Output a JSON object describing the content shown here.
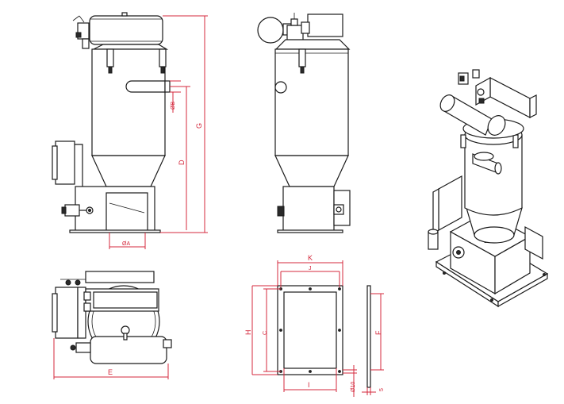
{
  "colors": {
    "line": "#1a1a1a",
    "dimension": "#d4283c",
    "background": "#ffffff"
  },
  "dimensions": {
    "G": "G",
    "D": "D",
    "phiB": "ØB",
    "phiA": "ØA",
    "E": "E",
    "K": "K",
    "J": "J",
    "H": "H",
    "C": "C",
    "I": "I",
    "F": "F",
    "phiL": "Ø10",
    "t": "5"
  }
}
